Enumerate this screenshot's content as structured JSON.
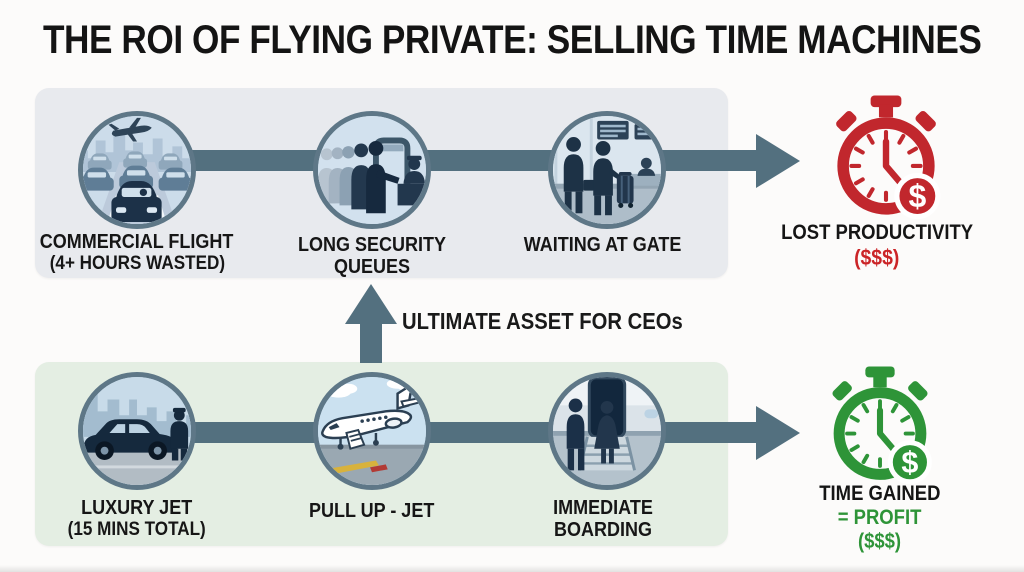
{
  "title": "THE ROI OF FLYING PRIVATE: SELLING TIME MACHINES",
  "colors": {
    "arrow_slate": "#53707f",
    "circle_border": "#5e7787",
    "commercial_panel_bg": "#e8eaee",
    "private_panel_bg": "#e4eee3",
    "lost_red": "#c1272d",
    "gained_green": "#2e9438",
    "text_black": "#161616"
  },
  "commercial_row": {
    "steps": [
      {
        "icon": "airport-traffic-jam-icon",
        "label": "COMMERCIAL FLIGHT",
        "sublabel": "(4+ HOURS WASTED)"
      },
      {
        "icon": "security-queue-icon",
        "label": "LONG SECURITY QUEUES"
      },
      {
        "icon": "waiting-at-gate-icon",
        "label": "WAITING AT GATE"
      }
    ],
    "outcome": {
      "icon": "red-stopwatch-dollar-icon",
      "label": "LOST PRODUCTIVITY",
      "amount": "($$$)"
    }
  },
  "divider": {
    "icon": "up-arrow",
    "label": "ULTIMATE ASSET FOR CEOs"
  },
  "private_row": {
    "steps": [
      {
        "icon": "chauffeur-car-icon",
        "label": "LUXURY JET",
        "sublabel": "(15 MINS TOTAL)"
      },
      {
        "icon": "private-jet-icon",
        "label": "PULL UP - JET"
      },
      {
        "icon": "immediate-boarding-icon",
        "label": "IMMEDIATE BOARDING"
      }
    ],
    "outcome": {
      "icon": "green-stopwatch-dollar-icon",
      "label": "TIME GAINED",
      "equals": "= PROFIT",
      "amount": "($$$)"
    }
  },
  "stopwatch": {
    "dollar": "$"
  }
}
